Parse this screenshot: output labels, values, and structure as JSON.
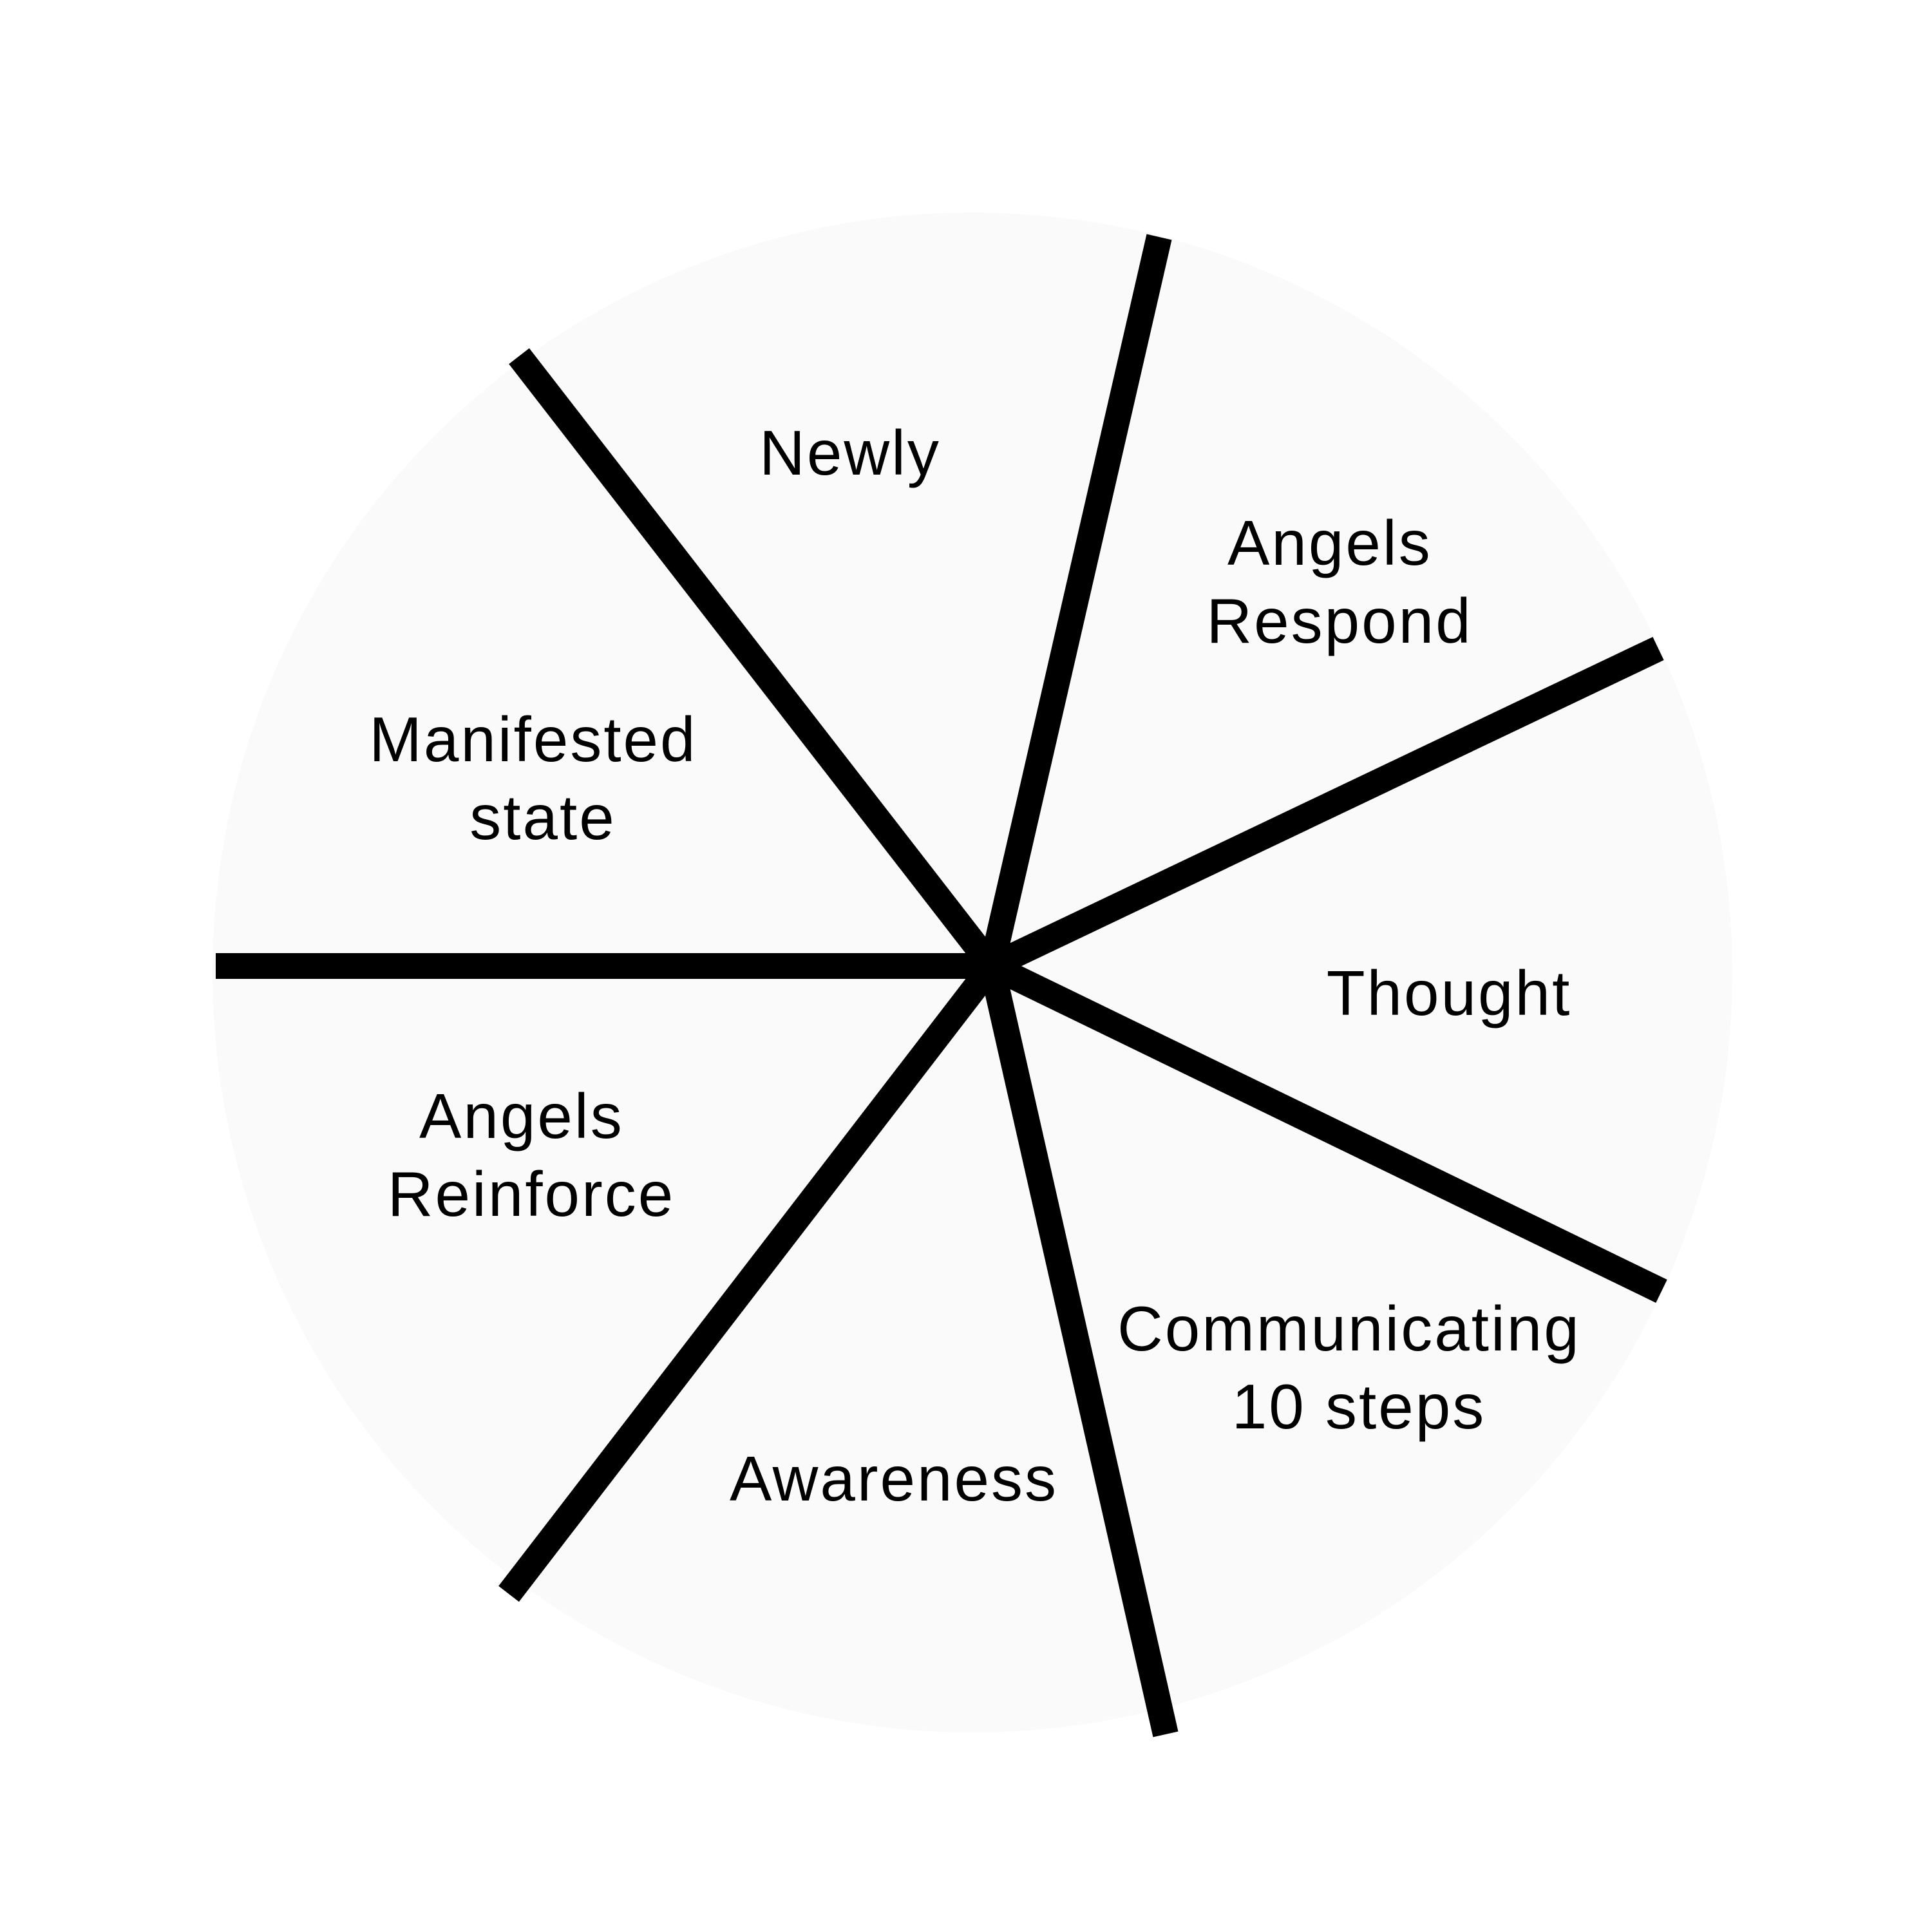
{
  "diagram": {
    "type": "wheel",
    "background_color": "#ffffff",
    "disc_color": "#fafafa",
    "spoke_color": "#000000",
    "text_color": "#000000",
    "segments": [
      {
        "id": "newly",
        "lines": [
          "Newly"
        ]
      },
      {
        "id": "angels-respond",
        "lines": [
          "Angels",
          "Respond"
        ]
      },
      {
        "id": "thought",
        "lines": [
          "Thought"
        ]
      },
      {
        "id": "communicating",
        "lines": [
          "Communicating",
          "10 steps"
        ]
      },
      {
        "id": "awareness",
        "lines": [
          "Awareness"
        ]
      },
      {
        "id": "angels-reinforce",
        "lines": [
          "Angels",
          "Reinforce"
        ]
      },
      {
        "id": "manifested-state",
        "lines": [
          "Manifested",
          "state"
        ]
      }
    ]
  }
}
